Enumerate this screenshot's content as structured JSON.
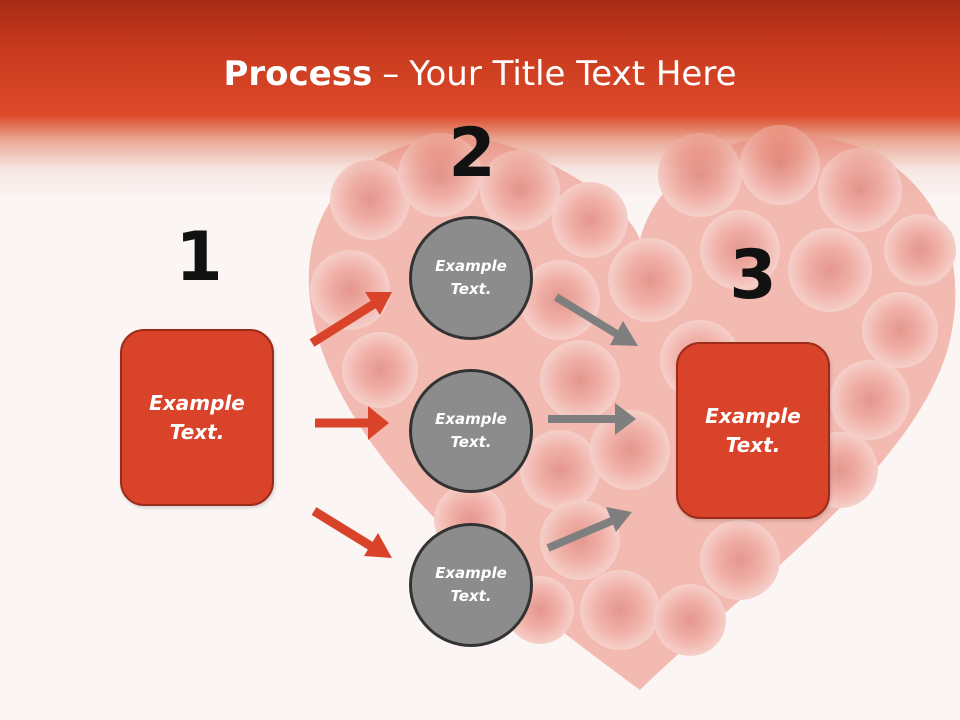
{
  "title": {
    "bold": "Process",
    "separator": "–",
    "rest": "Your Title Text Here"
  },
  "steps": {
    "one": {
      "number": "1",
      "line1": "Example",
      "line2": "Text."
    },
    "two": {
      "number": "2"
    },
    "three": {
      "number": "3",
      "line1": "Example",
      "line2": "Text."
    }
  },
  "circles": [
    {
      "line1": "Example",
      "line2": "Text."
    },
    {
      "line1": "Example",
      "line2": "Text."
    },
    {
      "line1": "Example",
      "line2": "Text."
    }
  ],
  "colors": {
    "header": "#c93a1e",
    "box_fill": "#d9432a",
    "circle_fill": "#8c8c8c",
    "red_arrow": "#d9432a",
    "gray_arrow": "#7f7f7f"
  }
}
